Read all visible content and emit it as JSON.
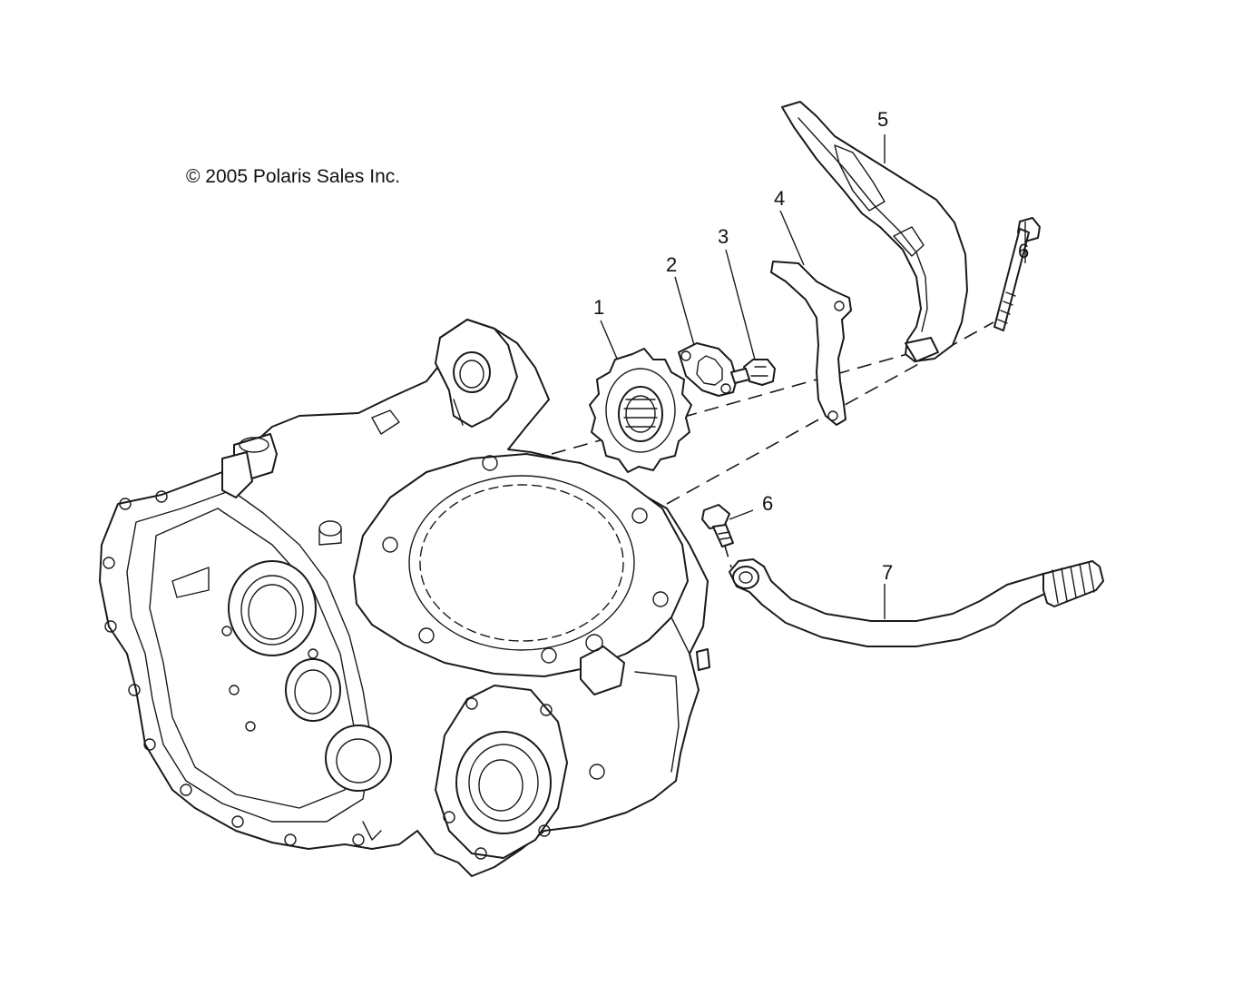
{
  "copyright": "© 2005 Polaris Sales Inc.",
  "callouts": {
    "c1": "1",
    "c2": "2",
    "c3": "3",
    "c4": "4",
    "c5": "5",
    "c6a": "6",
    "c6b": "6",
    "c7": "7"
  }
}
